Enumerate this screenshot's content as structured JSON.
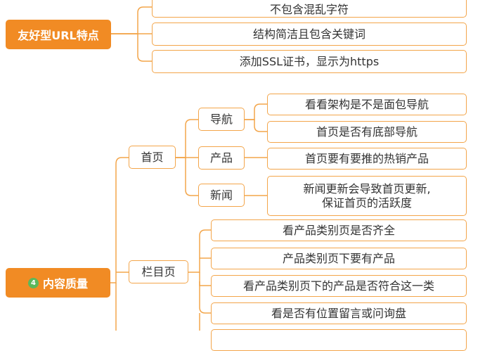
{
  "colors": {
    "accent": "#f18b24",
    "accent_dark": "#eb7d16",
    "line": "#f3a54a",
    "badge": "#5bb85b",
    "text": "#333333"
  },
  "top": {
    "title": "友好型URL特点",
    "items": [
      "不包含混乱字符",
      "结构简洁且包含关键词",
      "添加SSL证书，显示为https"
    ]
  },
  "content_quality": {
    "badge": "4",
    "title": "内容质量",
    "homepage": {
      "label": "首页",
      "nav": {
        "label": "导航",
        "items": [
          "看看架构是不是面包导航",
          "首页是否有底部导航"
        ]
      },
      "product": {
        "label": "产品",
        "items": [
          "首页要有要推的热销产品"
        ]
      },
      "news": {
        "label": "新闻",
        "lines": [
          "新闻更新会导致首页更新,",
          "保证首页的活跃度"
        ]
      }
    },
    "column_page": {
      "label": "栏目页",
      "items": [
        "看产品类别页是否齐全",
        "产品类别页下要有产品",
        "看产品类别页下的产品是否符合这一类",
        "看是否有位置留言或问询盘"
      ]
    }
  }
}
